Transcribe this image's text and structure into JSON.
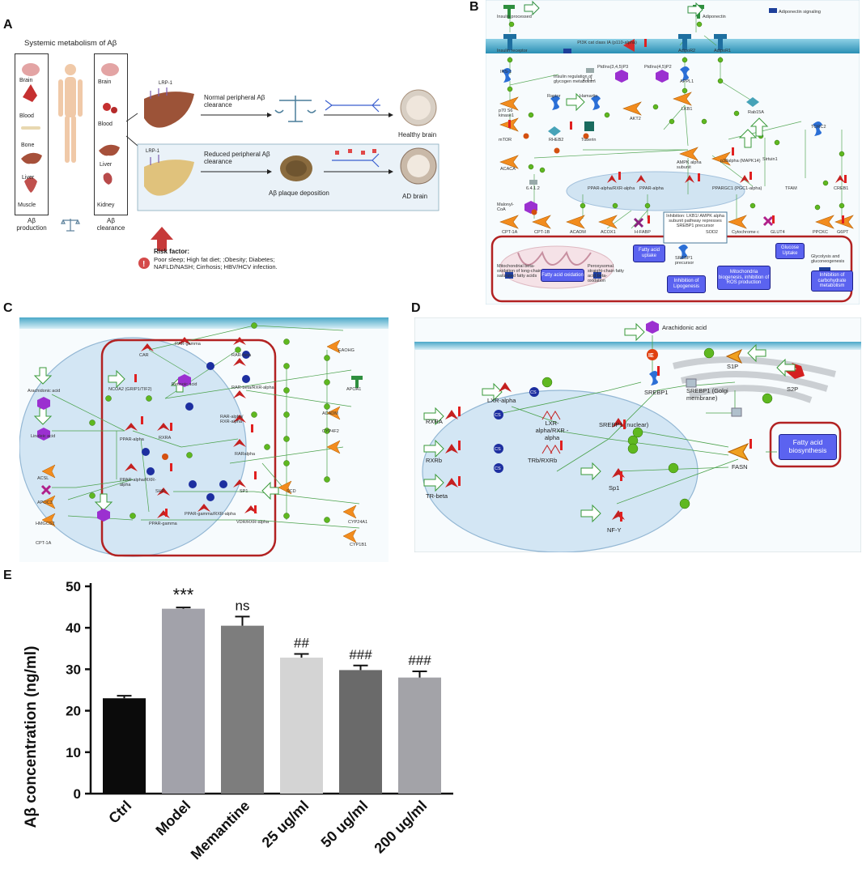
{
  "panels": {
    "A": {
      "label": "A",
      "title": "Systemic metabolism of Aβ",
      "left_organs": [
        "Brain",
        "Blood",
        "Bone",
        "Liver",
        "Muscle"
      ],
      "left_caption": "Aβ production",
      "right_organs": [
        "Brain",
        "Blood",
        "Liver",
        "Kidney"
      ],
      "right_caption": "Aβ clearance",
      "lrp_label": "LRP-1",
      "normal_text": "Normal peripheral Aβ clearance",
      "healthy_label": "Healthy brain",
      "reduced_text": "Reduced peripheral Aβ clearance",
      "plaque_label": "Aβ plaque deposition",
      "ad_label": "AD  brain",
      "risk_title": "Risk factor:",
      "risk_text": "Poor sleep; High fat diet; ;Obesity; Diabetes; NAFLD/NASH; Cirrhosis; HBV/HCV infection."
    },
    "B": {
      "label": "B",
      "nodes": [
        "Insulin processed",
        "Adiponectin",
        "Adiponectin signaling",
        "Insulin receptor",
        "PI3K cat class IA (p110-alpha)",
        "AdipoR2",
        "AdipoR1",
        "IRS-1",
        "Insulin regulation of glycogen metabolism",
        "PtdIns(3,4,5)P3",
        "PtdIns(4,5)P2",
        "2.7.1.-",
        "APPL1",
        "p70 S6 kinase1",
        "Raptor",
        "Hamartin",
        "AKT2",
        "LKB1",
        "Rab15A",
        "mTOR",
        "RHEB2",
        "Tuberin",
        "TORC2",
        "ACACA",
        "AMPK alpha subunit",
        "p38alpha (MAPK14)",
        "Sirtuin1",
        "6.4.1.2",
        "PPAR-alpha/RXR-alpha",
        "PPAR-alpha",
        "PPARGC1 (PGC1-alpha)",
        "TFAM",
        "CREB1",
        "Malonyl-CoA",
        "CPT-1A",
        "CPT-1B",
        "ACADM",
        "ACOX1",
        "H-FABP",
        "SOD2",
        "Cytochrome c",
        "GLUT4",
        "PPCKC",
        "G6PT"
      ],
      "note": "Inhibition: LKB1/ AMPK alpha subunit pathway represses SREBP1 precursor",
      "srebp_label": "SREBP1 precursor",
      "bottom_left_1": "Mitochondrial beta-oxidation of long-chain saturated fatty acids",
      "bottom_left_2": "Peroxysomal straight-chain fatty acid beta-oxidation",
      "glyco_text": "Glycolysis and gluconeogenesis",
      "processes": [
        "Fatty acid oxidation",
        "Fatty acid uptake",
        "Inhibition of Lipogenesis",
        "Mitochondria biogenesis, inhibition of ROS production",
        "Glucose Uptake",
        "Inhibition of carbohydrate metabolism"
      ]
    },
    "C": {
      "label": "C",
      "nodes": [
        "CAR",
        "RAR-gamma",
        "RAR-beta",
        "EAOHG",
        "NCOA2 (GRIP1/TIF2)",
        "Retinoic acid",
        "RAR-beta/RXR-alpha",
        "APOA1",
        "Arachidonic acid",
        "RAR-alpha/ RXR-alpha",
        "ACADM",
        "CYP4F2",
        "Linoleic acid",
        "PPAR-alpha",
        "RXRA",
        "RARalpha",
        "SHP",
        "SP1",
        "SCD",
        "ACSL",
        "PPAR-alpha/RXR-alpha",
        "APOC3",
        "HMGCS2",
        "PPAR-gamma/RXR-alpha",
        "CYP24A1",
        "CPT-1A",
        "PPAR-gamma",
        "VDR/RXR-alpha",
        "CYP1B1"
      ]
    },
    "D": {
      "label": "D",
      "nodes": [
        "Arachidonic acid",
        "S1P",
        "LXR-alpha",
        "SREBP1",
        "SREBP1 (Golgi membrane)",
        "S2P",
        "RXRA",
        "LXR-alpha/RXR -alpha",
        "SREBP1 (nuclear)",
        "RXRb",
        "TRb/RXRb",
        "FASN",
        "TR-beta",
        "Sp1",
        "NF-Y"
      ],
      "process": "Fatty acid biosynthesis"
    }
  },
  "chart_data": {
    "type": "bar",
    "panel_label": "E",
    "categories": [
      "Ctrl",
      "Model",
      "Memantine",
      "25 ug/ml",
      "50 ug/ml",
      "200 ug/ml"
    ],
    "values": [
      23.0,
      44.6,
      40.5,
      32.8,
      29.8,
      28.0
    ],
    "errors": [
      0.6,
      0.3,
      2.2,
      0.9,
      1.1,
      1.5
    ],
    "annotations": [
      "",
      "***",
      "ns",
      "##",
      "###",
      "###"
    ],
    "bar_colors": [
      "#0b0b0b",
      "#a2a2aa",
      "#7d7d7d",
      "#d4d4d4",
      "#6a6a6a",
      "#a3a3a8"
    ],
    "ylabel": "Aβ concentration (ng/ml)",
    "xlabel": "",
    "ylim": [
      0,
      50
    ],
    "yticks": [
      0,
      10,
      20,
      30,
      40,
      50
    ]
  }
}
